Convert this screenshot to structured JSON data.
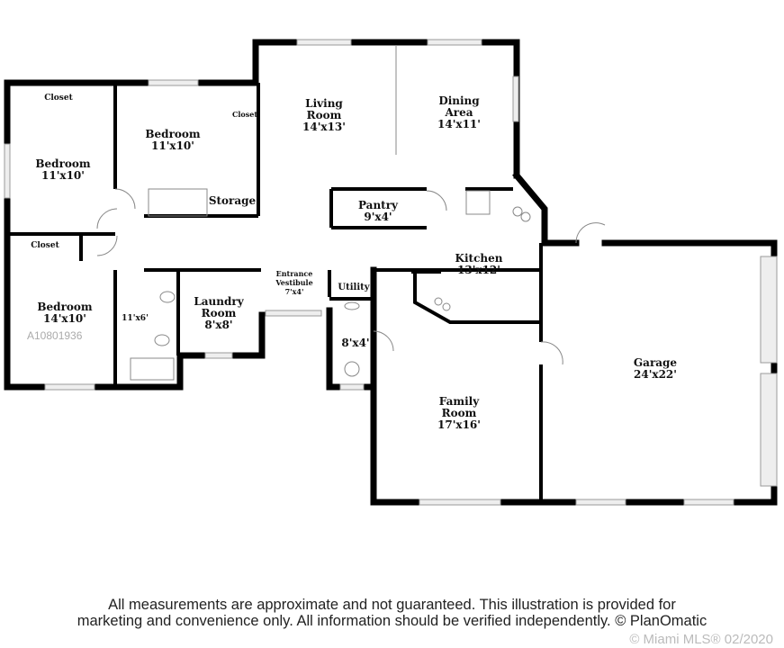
{
  "rooms": [
    {
      "name": "Closet",
      "dims": ""
    },
    {
      "name": "Bedroom",
      "dims": "11'x10'"
    },
    {
      "name": "Bedroom",
      "dims": "11'x10'"
    },
    {
      "name": "Closet",
      "dims": ""
    },
    {
      "name": "Closet",
      "dims": ""
    },
    {
      "name": "Bedroom",
      "dims": "14'x10'"
    },
    {
      "name": "Storage",
      "dims": ""
    },
    {
      "name": "",
      "dims": "11'x6'"
    },
    {
      "name": "Laundry Room",
      "dims": "8'x8'"
    },
    {
      "name": "Living Room",
      "dims": "14'x13'"
    },
    {
      "name": "Dining Area",
      "dims": "14'x11'"
    },
    {
      "name": "Pantry",
      "dims": "9'x4'"
    },
    {
      "name": "Kitchen",
      "dims": "13'x12'"
    },
    {
      "name": "Entrance Vestibule",
      "dims": "7'x4'"
    },
    {
      "name": "Utility",
      "dims": ""
    },
    {
      "name": "",
      "dims": "8'x4'"
    },
    {
      "name": "Family Room",
      "dims": "17'x16'"
    },
    {
      "name": "Garage",
      "dims": "24'x22'"
    }
  ],
  "disclaimer": {
    "line1": "All measurements are approximate and not guaranteed. This illustration is provided for",
    "line2": "marketing and convenience only. All information should be verified independently. © PlanOmatic"
  },
  "watermark": "A10801936",
  "copyright": "© Miami MLS® 02/2020"
}
